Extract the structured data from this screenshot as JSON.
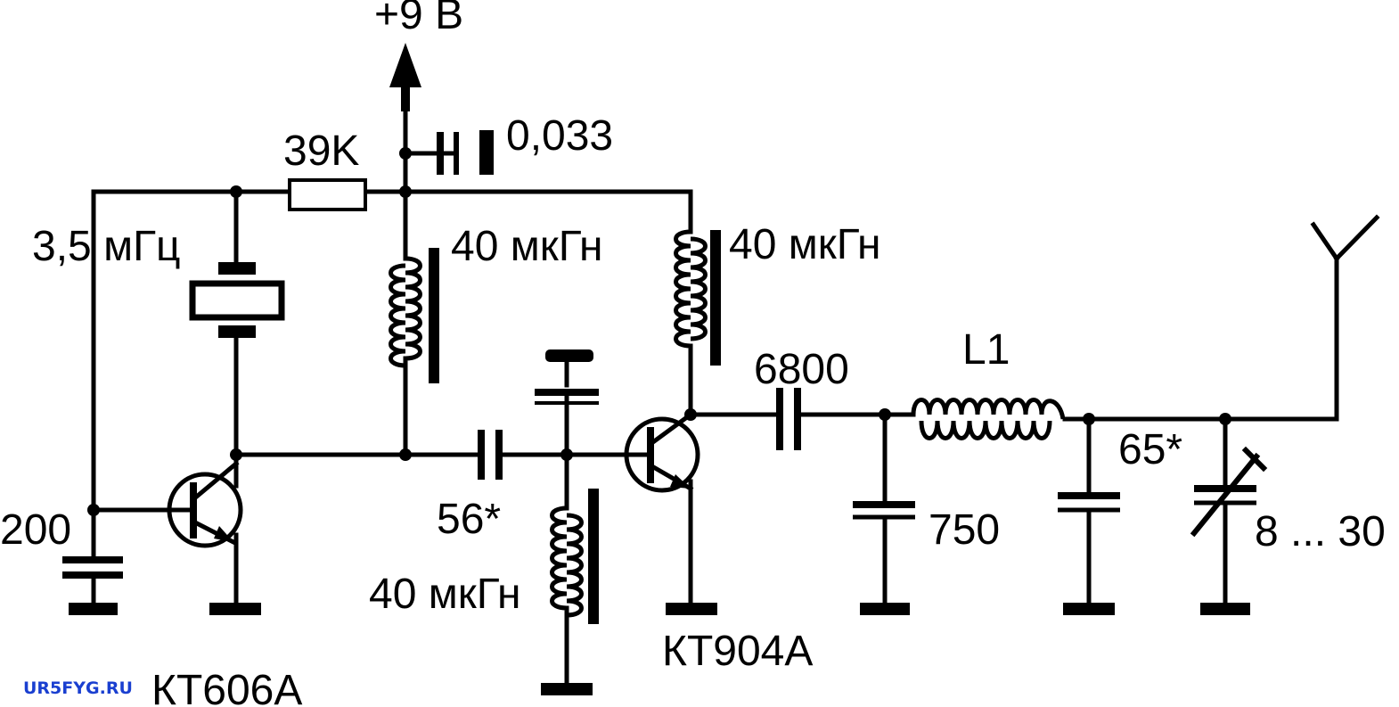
{
  "labels": {
    "supply": "+9 В",
    "cap_supply": "0,033",
    "resistor": "39K",
    "crystal": "3,5 мГц",
    "inductor1": "40 мкГн",
    "inductor2": "40 мкГн",
    "inductor3": "40 мкГн",
    "cap_base": "200",
    "cap_coupling": "56*",
    "cap_output": "6800",
    "cap_750": "750",
    "coil_l1": "L1",
    "cap_65": "65*",
    "trimmer": "8 ... 30",
    "transistor1": "КТ606А",
    "transistor2": "КТ904А"
  },
  "watermark": "UR5FYG.RU",
  "colors": {
    "line": "#000000",
    "background": "#ffffff",
    "watermark": "#1a3fd0"
  }
}
